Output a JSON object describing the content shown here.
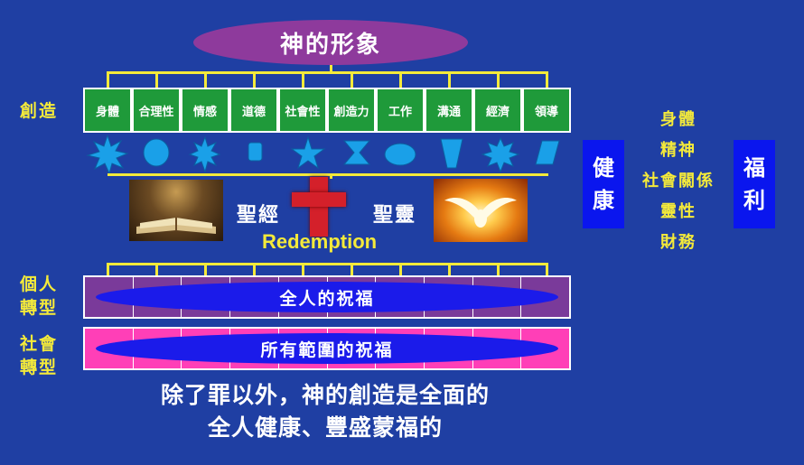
{
  "title": "神的形象",
  "left_labels": {
    "creation": "創造",
    "personal": [
      "個人",
      "轉型"
    ],
    "social": [
      "社會",
      "轉型"
    ]
  },
  "categories": [
    "身體",
    "合理性",
    "情感",
    "道德",
    "社會性",
    "創造力",
    "工作",
    "溝通",
    "經濟",
    "領導"
  ],
  "shapes": [
    "burst",
    "circle",
    "burst-small",
    "rounded-square",
    "star",
    "hourglass",
    "ellipse",
    "trapezoid",
    "star-burst",
    "parallelogram"
  ],
  "middle": {
    "bible": "聖經",
    "spirit": "聖靈",
    "redemption": "Redemption"
  },
  "bands": {
    "personal": "全人的祝福",
    "social": "所有範圍的祝福"
  },
  "health_box": [
    "健",
    "康"
  ],
  "welfare_box": [
    "福",
    "利"
  ],
  "wellness_list": [
    "身體",
    "精神",
    "社會關係",
    "靈性",
    "財務"
  ],
  "conclusion": [
    "除了罪以外，神的創造是全面的",
    "全人健康、豐盛蒙福的"
  ],
  "colors": {
    "background": "#1f3fa3",
    "title_ellipse": "#8e3a9c",
    "category_box": "#1f9a3a",
    "connector": "#f4ea3a",
    "shape": "#1aa0e8",
    "band_personal": "#7a3a9a",
    "band_social": "#ff3fb7",
    "band_ellipse": "#1b1bea",
    "side_box": "#0a16ee"
  }
}
